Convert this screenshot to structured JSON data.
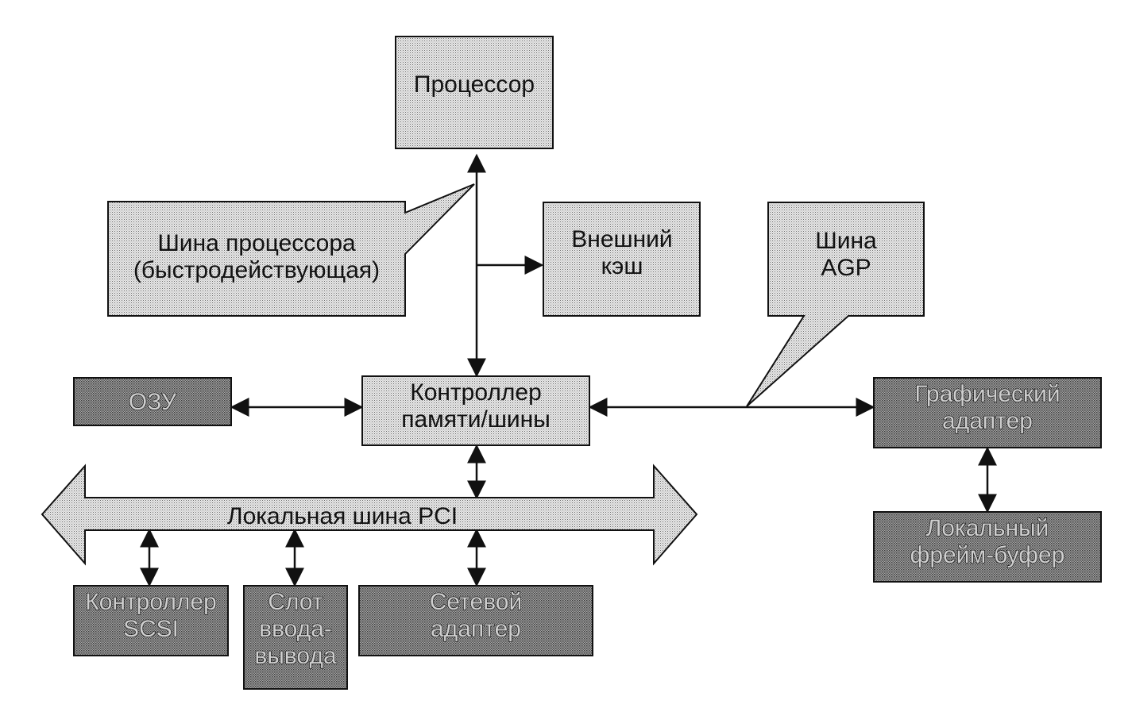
{
  "colors": {
    "light_fill": "#d9d9d9",
    "dark_fill": "#8e8e8e",
    "stroke": "#111111",
    "background": "#ffffff"
  },
  "blocks": {
    "cpu": {
      "lines": [
        "Процессор"
      ]
    },
    "cpu_bus_callout": {
      "lines": [
        "Шина процессора",
        "(быстродействующая)"
      ]
    },
    "external_cache": {
      "lines": [
        "Внешний",
        "кэш"
      ]
    },
    "agp_bus_callout": {
      "lines": [
        "Шина",
        "AGP"
      ]
    },
    "ram": {
      "lines": [
        "ОЗУ"
      ]
    },
    "memory_controller": {
      "lines": [
        "Контроллер",
        "памяти/шины"
      ]
    },
    "graphics_adapter": {
      "lines": [
        "Графический",
        "адаптер"
      ]
    },
    "pci_bus": {
      "lines": [
        "Локальная шина PCI"
      ]
    },
    "local_frame_buffer": {
      "lines": [
        "Локальный",
        "фрейм-буфер"
      ]
    },
    "scsi_controller": {
      "lines": [
        "Контроллер",
        "SCSI"
      ]
    },
    "io_slot": {
      "lines": [
        "Слот",
        "ввода-",
        "вывода"
      ]
    },
    "network_adapter": {
      "lines": [
        "Сетевой",
        "адаптер"
      ]
    }
  }
}
